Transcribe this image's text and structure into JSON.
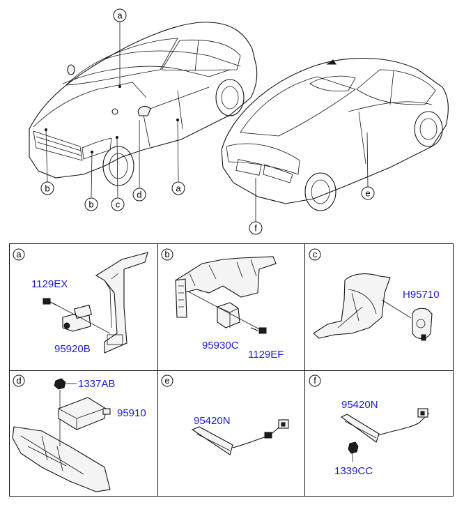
{
  "overview": {
    "front_car_callouts": [
      "a",
      "a",
      "b",
      "b",
      "c",
      "d"
    ],
    "rear_car_callouts": [
      "e",
      "f"
    ]
  },
  "panels": [
    {
      "letter": "a",
      "part_numbers": [
        "1129EX",
        "95920B"
      ]
    },
    {
      "letter": "b",
      "part_numbers": [
        "95930C",
        "1129EF"
      ]
    },
    {
      "letter": "c",
      "part_numbers": [
        "H95710"
      ]
    },
    {
      "letter": "d",
      "part_numbers": [
        "1337AB",
        "95910"
      ]
    },
    {
      "letter": "e",
      "part_numbers": [
        "95420N"
      ]
    },
    {
      "letter": "f",
      "part_numbers": [
        "95420N",
        "1339CC"
      ]
    }
  ],
  "colors": {
    "part_number": "#1a1ad8",
    "line": "#111111",
    "background": "#ffffff"
  }
}
